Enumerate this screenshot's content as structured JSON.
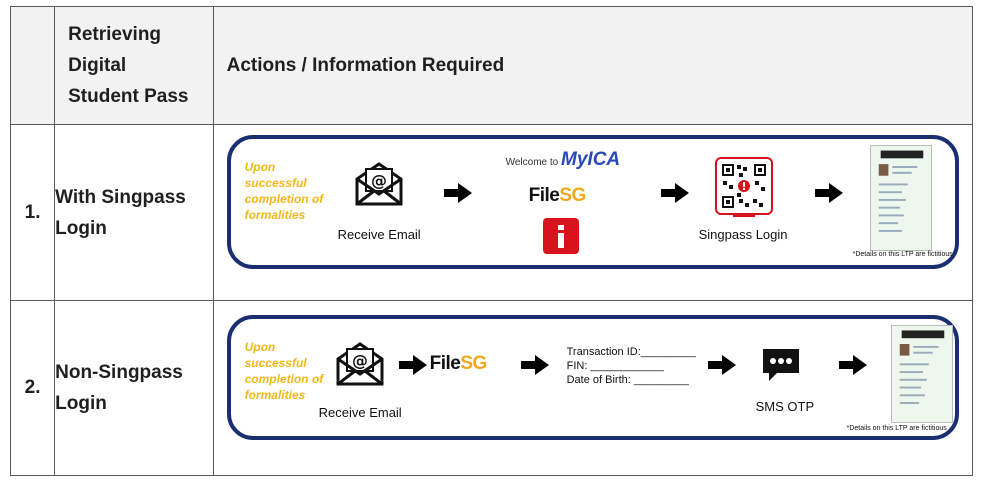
{
  "header": {
    "col_step": "",
    "col_method_lines": [
      "Retrieving",
      "Digital",
      "Student Pass"
    ],
    "col_actions": "Actions / Information Required"
  },
  "rows": [
    {
      "number": "1.",
      "name_lines": [
        "With Singpass",
        "Login"
      ],
      "upon_lines": [
        "Upon",
        "successful",
        "completion of",
        "formalities"
      ],
      "receive_email": "Receive Email",
      "welcome_prefix": "Welcome to",
      "welcome_brand": "MyICA",
      "filesg_file": "File",
      "filesg_sg": "SG",
      "singpass_login": "Singpass Login",
      "ltp_note": "*Details on this LTP are fictitious"
    },
    {
      "number": "2.",
      "name_lines": [
        "Non-Singpass",
        "Login"
      ],
      "upon_lines": [
        "Upon",
        "successful",
        "completion of",
        "formalities"
      ],
      "receive_email": "Receive Email",
      "filesg_file": "File",
      "filesg_sg": "SG",
      "fields": [
        "Transaction ID:_________",
        "FIN: ____________",
        "Date of Birth: _________"
      ],
      "sms_otp": "SMS OTP",
      "ltp_note": "*Details on this LTP are fictitious"
    }
  ],
  "colors": {
    "border_blue": "#1a2f6f",
    "upon_yellow": "#f2b818",
    "sg_orange": "#f2a818",
    "myica_blue": "#2a49b8",
    "header_bg": "#f2f2f2"
  },
  "icons": [
    "envelope-at-icon",
    "right-arrow-icon",
    "myica-info-icon",
    "singpass-qr-icon",
    "sms-bubble-icon",
    "ltp-card-icon"
  ]
}
